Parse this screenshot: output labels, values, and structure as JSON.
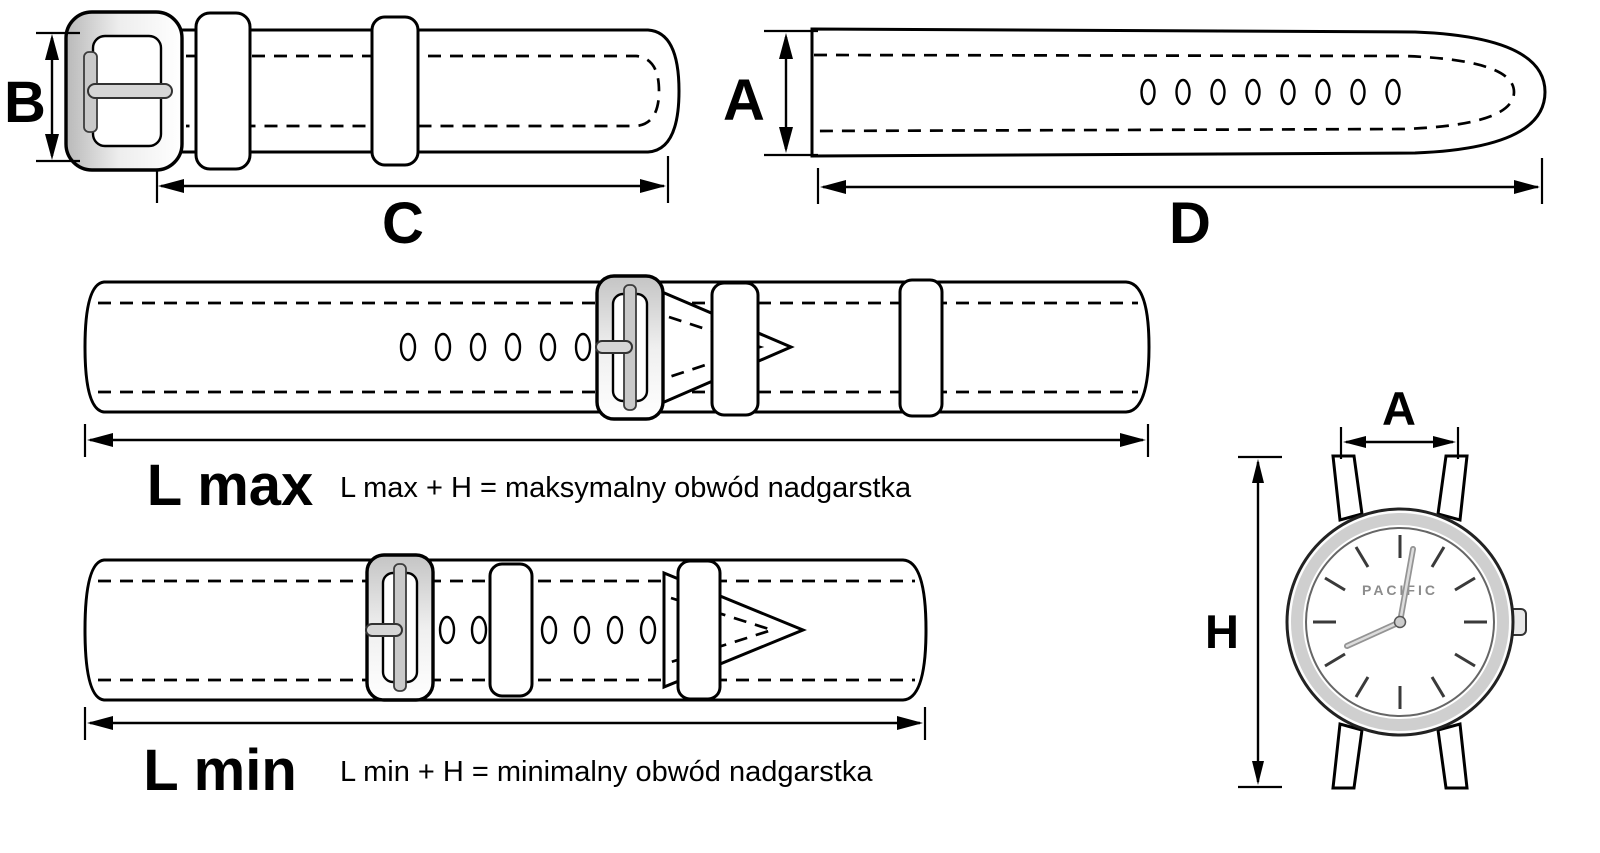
{
  "page": {
    "background": "#ffffff",
    "ink": "#000000"
  },
  "buckle_piece": {
    "width_label": "B",
    "length_label": "C"
  },
  "tail_piece": {
    "width_label": "A",
    "length_label": "D"
  },
  "l_max": {
    "label": "L max",
    "formula": "L max + H  = maksymalny obwód nadgarstka"
  },
  "l_min": {
    "label": "L min",
    "formula": "L min + H  = minimalny obwód nadgarstka"
  },
  "watch": {
    "width_label": "A",
    "height_label": "H",
    "brand": "PACIFIC"
  }
}
